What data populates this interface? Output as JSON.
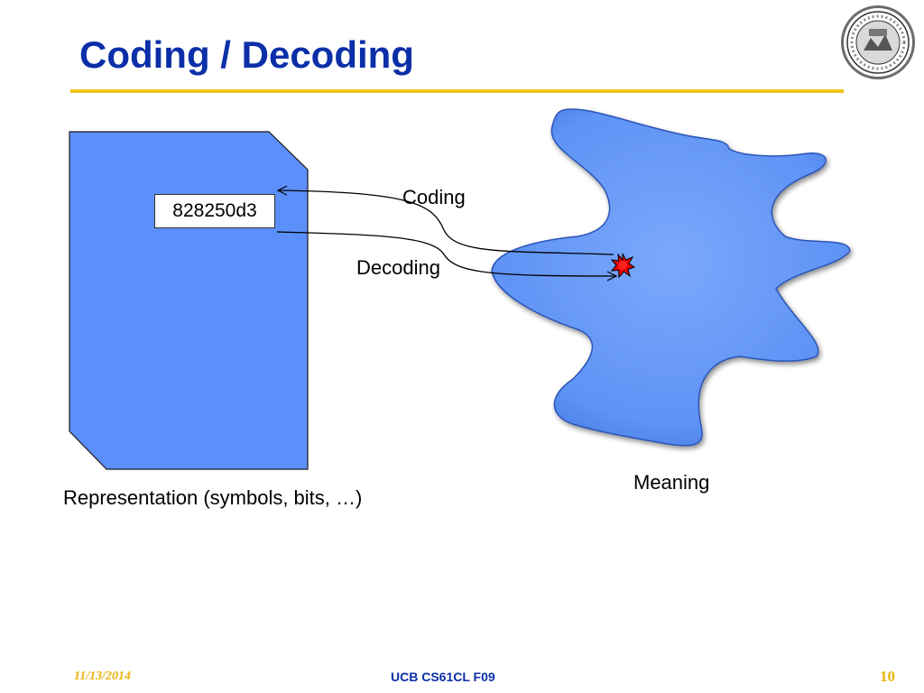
{
  "slide": {
    "title": "Coding / Decoding"
  },
  "diagram": {
    "code_value": "828250d3",
    "coding_label": "Coding",
    "decoding_label": "Decoding",
    "meaning_label": "Meaning",
    "representation_label": "Representation (symbols, bits, …)"
  },
  "footer": {
    "date": "11/13/2014",
    "course": "UCB CS61CL F09",
    "page_number": "10"
  },
  "colors": {
    "title": "#0b2fa8",
    "rule": "#f0c419",
    "shape_fill": "#5b8ff9",
    "blob_fill": "#6296f5",
    "marker": "#e00000",
    "footer_accent": "#e8b30f"
  },
  "icons": {
    "seal": "university-seal-icon",
    "marker": "starburst-icon"
  }
}
